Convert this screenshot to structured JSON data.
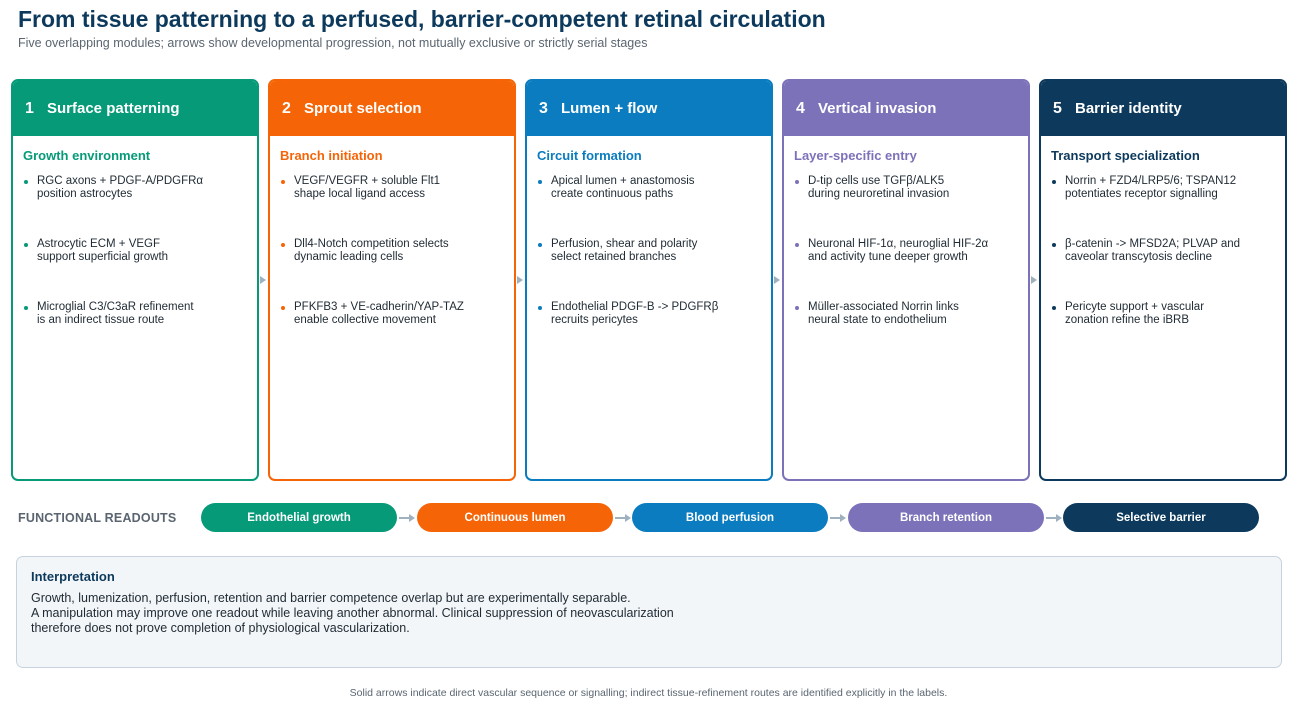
{
  "title": "From tissue patterning to a perfused, barrier-competent retinal circulation",
  "subtitle": "Five overlapping modules; arrows show developmental progression, not mutually exclusive or strictly serial stages",
  "colors": {
    "green": "#069a78",
    "orange": "#f56508",
    "blue": "#0a7cbf",
    "purple": "#7b72b9",
    "navy": "#0d3a5c",
    "arrow": "#9fb0bf"
  },
  "modules": [
    {
      "num": "1",
      "title": "Surface patterning",
      "subtitle": "Growth environment",
      "bullets": [
        "RGC axons + PDGF-A/PDGFRα\nposition astrocytes",
        "Astrocytic ECM + VEGF\nsupport superficial growth",
        "Microglial C3/C3aR refinement\nis an indirect tissue route"
      ]
    },
    {
      "num": "2",
      "title": "Sprout selection",
      "subtitle": "Branch initiation",
      "bullets": [
        "VEGF/VEGFR + soluble Flt1\nshape local ligand access",
        "Dll4-Notch competition selects\ndynamic leading cells",
        "PFKFB3 + VE-cadherin/YAP-TAZ\nenable collective movement"
      ]
    },
    {
      "num": "3",
      "title": "Lumen + flow",
      "subtitle": "Circuit formation",
      "bullets": [
        "Apical lumen + anastomosis\ncreate continuous paths",
        "Perfusion, shear and polarity\nselect retained branches",
        "Endothelial PDGF-B -> PDGFRβ\nrecruits pericytes"
      ]
    },
    {
      "num": "4",
      "title": "Vertical invasion",
      "subtitle": "Layer-specific entry",
      "bullets": [
        "D-tip cells use TGFβ/ALK5\nduring neuroretinal invasion",
        "Neuronal HIF-1α, neuroglial HIF-2α\nand activity tune deeper growth",
        "Müller-associated Norrin links\nneural state to endothelium"
      ]
    },
    {
      "num": "5",
      "title": "Barrier identity",
      "subtitle": "Transport specialization",
      "bullets": [
        "Norrin + FZD4/LRP5/6; TSPAN12\npotentiates receptor signalling",
        "β-catenin -> MFSD2A; PLVAP and\ncaveolar transcytosis decline",
        "Pericyte support + vascular\nzonation refine the iBRB"
      ]
    }
  ],
  "readouts": {
    "label": "FUNCTIONAL READOUTS",
    "items": [
      "Endothelial growth",
      "Continuous lumen",
      "Blood perfusion",
      "Branch retention",
      "Selective barrier"
    ]
  },
  "interpretation": {
    "title": "Interpretation",
    "body": "Growth, lumenization, perfusion, retention and barrier competence overlap but are experimentally separable.\nA manipulation may improve one readout while leaving another abnormal. Clinical suppression of neovascularization\ntherefore does not prove completion of physiological vascularization."
  },
  "footnote": "Solid arrows indicate direct vascular sequence or signalling; indirect tissue-refinement routes are identified explicitly in the labels."
}
